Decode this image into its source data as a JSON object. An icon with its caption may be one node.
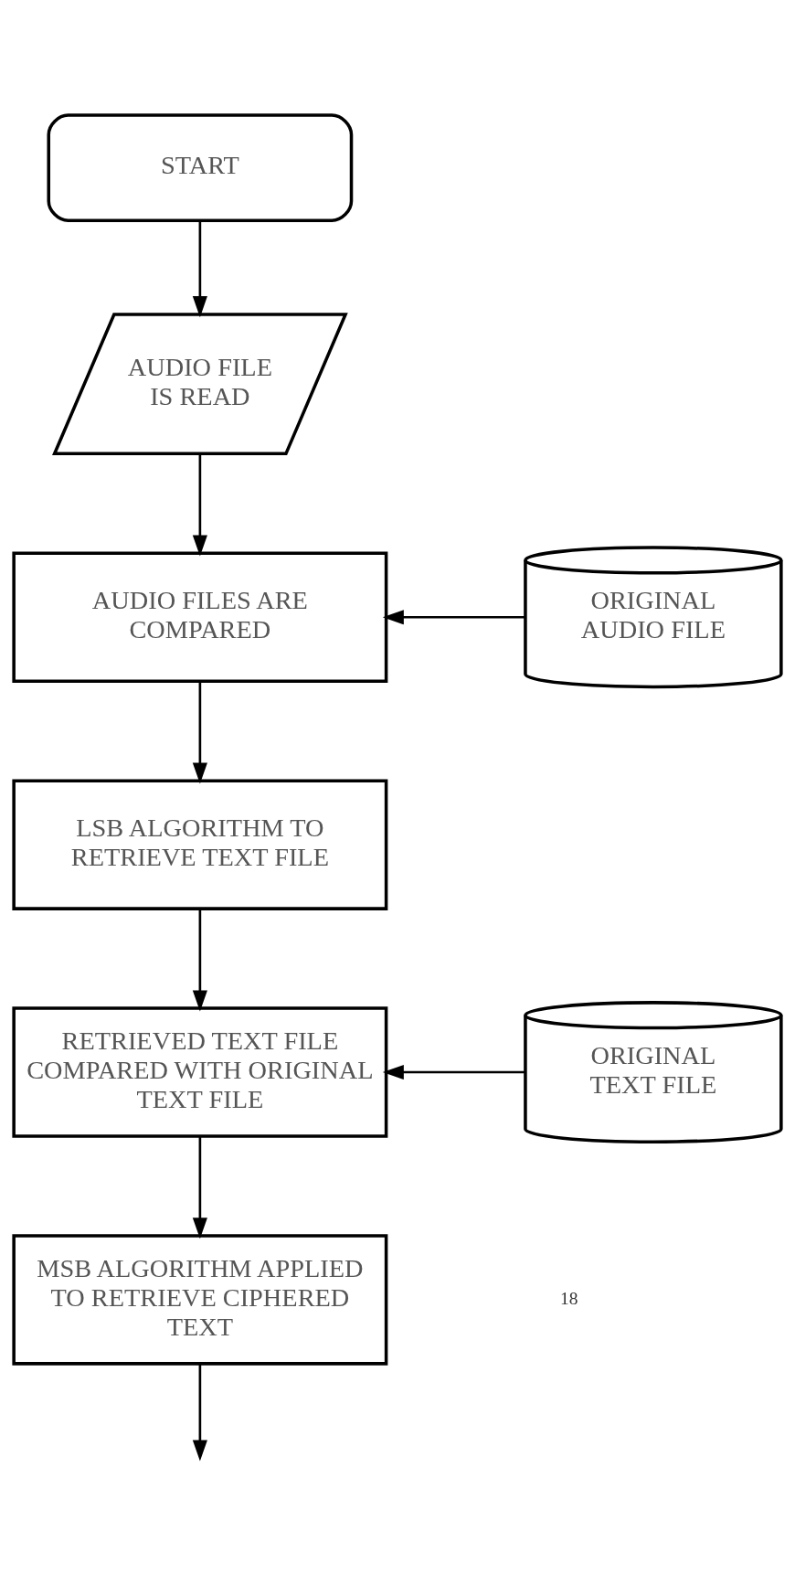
{
  "diagram": {
    "nodes": [
      {
        "text": [
          "START"
        ]
      },
      {
        "text": [
          "AUDIO FILE IS READ"
        ]
      },
      {
        "text": [
          "AUDIO FILES ARE COMPARED"
        ]
      },
      {
        "text": [
          "ORIGINAL AUDIO FILE"
        ]
      },
      {
        "text": [
          "LSB ALGORITHM TO RETRIEVE TEXT FILE"
        ]
      },
      {
        "text": [
          "RETRIEVED TEXT FILE COMPARED WITH ORIGINAL TEXT FILE"
        ]
      },
      {
        "text": [
          "ORIGINAL TEXT FILE"
        ]
      },
      {
        "text": [
          "MSB ALGORITHM APPLIED TO RETRIEVE CIPHERED TEXT"
        ]
      }
    ],
    "edges": [
      {
        "from": 0,
        "to": 1,
        "arrow": "to"
      },
      {
        "from": 1,
        "to": 2,
        "arrow": "to"
      },
      {
        "from": 3,
        "to": 2,
        "arrow": "to"
      },
      {
        "from": 2,
        "to": 4,
        "arrow": "to"
      },
      {
        "from": 4,
        "to": 5,
        "arrow": "to"
      },
      {
        "from": 6,
        "to": 5,
        "arrow": "to"
      },
      {
        "from": 5,
        "to": 7,
        "arrow": "to"
      },
      {
        "from": 7,
        "to": null,
        "arrow": "to"
      }
    ],
    "labels": [
      "18"
    ]
  }
}
